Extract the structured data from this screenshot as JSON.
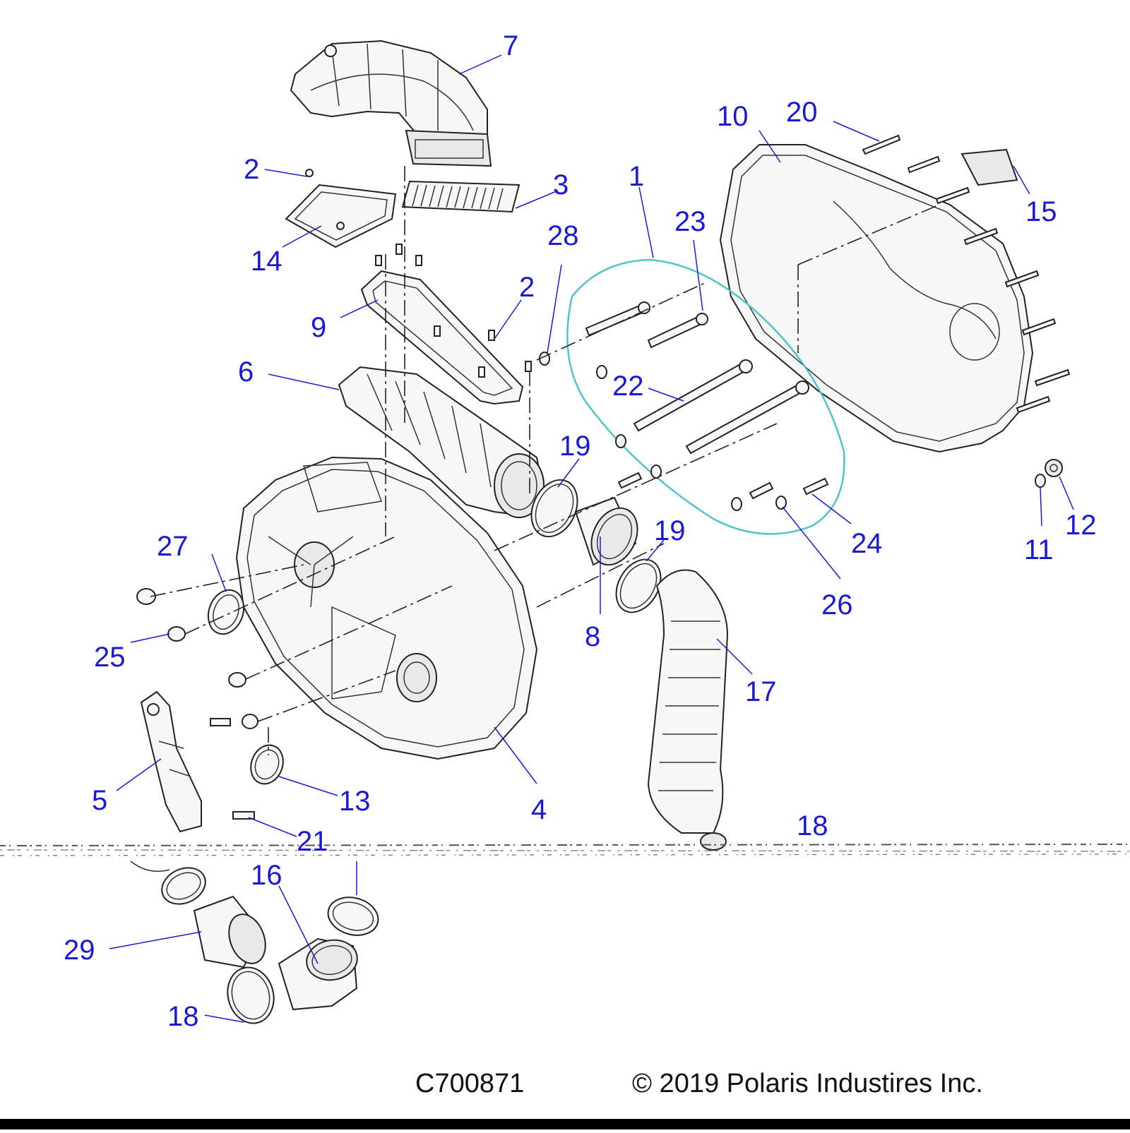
{
  "colors": {
    "callout": "#1a1ad6",
    "leader": "#1a1ad6",
    "belt": "#4fc4c9",
    "footer_bar": "#000000"
  },
  "callouts": {
    "c1": "1",
    "c2a": "2",
    "c2b": "2",
    "c3": "3",
    "c4": "4",
    "c5": "5",
    "c6": "6",
    "c7": "7",
    "c8": "8",
    "c9": "9",
    "c10": "10",
    "c11": "11",
    "c12": "12",
    "c13": "13",
    "c14": "14",
    "c15": "15",
    "c16": "16",
    "c17": "17",
    "c18a": "18",
    "c18b": "18",
    "c19a": "19",
    "c19b": "19",
    "c20": "20",
    "c21": "21",
    "c22": "22",
    "c23": "23",
    "c24": "24",
    "c25": "25",
    "c26": "26",
    "c27": "27",
    "c28": "28",
    "c29": "29"
  },
  "footer": {
    "diagram_code": "C700871",
    "copyright": "© 2019 Polaris Industires Inc."
  }
}
